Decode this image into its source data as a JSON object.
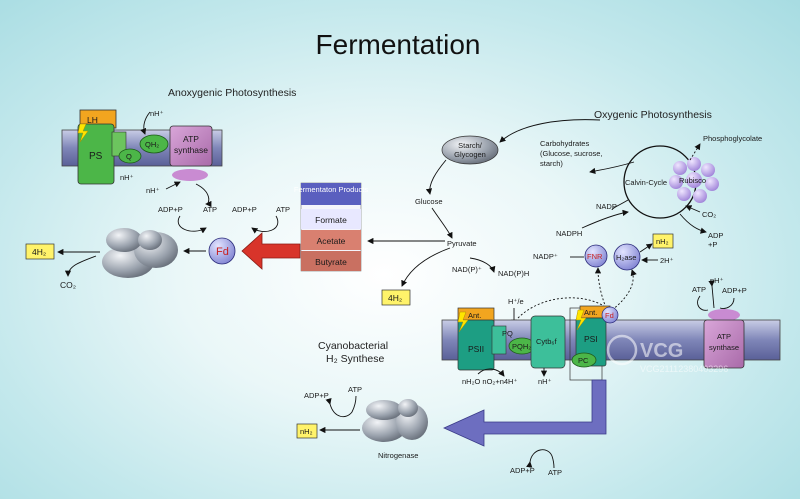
{
  "title": "Fermentation",
  "sections": {
    "anoxygenic": "Anoxygenic Photosynthesis",
    "oxygenic": "Oxygenic Photosynthesis",
    "cyano_line1": "Cyanobacterial",
    "cyano_line2": "H₂ Synthese"
  },
  "anoxygenic": {
    "lh": "LH",
    "ps": "PS",
    "q": "Q",
    "qh2": "QH₂",
    "atp_synthase_1": "ATP",
    "atp_synthase_2": "synthase",
    "nh_top": "nH⁺",
    "nh_bottom": "nH⁺",
    "nh_left": "nH⁺",
    "adp_p": "ADP+P",
    "atp": "ATP"
  },
  "left_cycle": {
    "adp_p": "ADP+P",
    "atp": "ATP",
    "h2_box": "4H₂",
    "co2": "CO₂",
    "fd": "Fd"
  },
  "fermentation_products": {
    "header": "Fermentaton Products",
    "items": [
      "Formate",
      "Acetate",
      "Butyrate"
    ],
    "colors": [
      "#e8e8ff",
      "#d98070",
      "#c97061"
    ]
  },
  "center": {
    "starch": "Starch/ Glycogen",
    "glucose": "Glucose",
    "pyruvate": "Pyruvate",
    "nadp_plus": "NAD(P)⁺",
    "nadph": "NAD(P)H",
    "h2_box": "4H₂",
    "h_e": "H⁺/e",
    "carbohydrates": "Carbohydrates (Glucose, sucrose, starch)"
  },
  "oxygenic": {
    "phosphoglycolate": "Phosphoglycolate",
    "calvin": "Calvin-Cycle",
    "rubisco": "Rubisco",
    "nadp": "NADP",
    "co2": "CO₂",
    "adp_p": "ADP +P",
    "nadph": "NADPH",
    "nadp_plus": "NADP⁺",
    "fnr": "FNR",
    "h2ase": "H₂ase",
    "nh2_box": "nH₂",
    "two_h": "2H⁺",
    "atp": "ATP",
    "nh": "nH⁺",
    "adp_p2": "ADP+P"
  },
  "membrane": {
    "ant1": "Ant.",
    "psii": "PSII",
    "pq": "PQ",
    "pqh2": "PQH₂",
    "cytb6": "Cytb₆f",
    "ant2": "Ant.",
    "psi": "PSI",
    "fd": "Fd",
    "pc": "PC",
    "atp_synthase_1": "ATP",
    "atp_synthase_2": "synthase",
    "h2o_line": "nH₂O  nO₂+n4H⁺",
    "nh": "nH⁺"
  },
  "bottom": {
    "adp_p": "ADP+P",
    "atp": "ATP",
    "nh2_box": "nH₂",
    "nitrogenase": "Nitrogenase",
    "adp_p2": "ADP+P",
    "atp2": "ATP"
  },
  "watermark": {
    "logo": "VCG",
    "code": "VCG21112380403296"
  },
  "colors": {
    "ps_green": "#4cb648",
    "ps_teal": "#1d9e83",
    "atp_purple": "#b87ab8",
    "membrane": "#7f86b8",
    "arrow_red": "#d8342a",
    "arrow_blue": "#6d6ec0",
    "h2_box": "#fff36a",
    "rubisco": "#b99fe4"
  }
}
